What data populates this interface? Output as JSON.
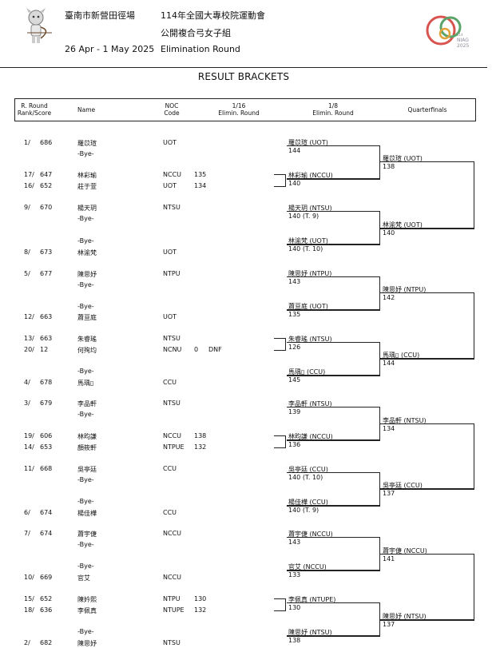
{
  "header": {
    "venue": "臺南市新營田徑場",
    "dates": "26 Apr - 1 May 2025",
    "event_title": "114年全國大專校院運動會",
    "category": "公開複合弓女子組",
    "phase": "Elimination Round",
    "logo_text_line1": "NIAG",
    "logo_text_line2": "2025",
    "logo_small": "114"
  },
  "title": "RESULT BRACKETS",
  "columns": {
    "rank_line1": "R. Round",
    "rank_line2": "Rank/Score",
    "name": "Name",
    "noc_line1": "NOC",
    "noc_line2": "Code",
    "r16_line1": "1/16",
    "r16_line2": "Elimin. Round",
    "r8_line1": "1/8",
    "r8_line2": "Elimin. Round",
    "qf": "Quarterfinals"
  },
  "entries": [
    {
      "rank": "1/",
      "score": "686",
      "name": "羅苡瑄",
      "noc": "UOT",
      "r16": "",
      "note": ""
    },
    {
      "rank": "",
      "score": "",
      "name": "-Bye-",
      "noc": "",
      "r16": "",
      "note": ""
    },
    {
      "rank": "17/",
      "score": "647",
      "name": "林彩瑜",
      "noc": "NCCU",
      "r16": "135",
      "note": ""
    },
    {
      "rank": "16/",
      "score": "652",
      "name": "莊于萱",
      "noc": "UOT",
      "r16": "134",
      "note": ""
    },
    {
      "rank": "9/",
      "score": "670",
      "name": "楊天玥",
      "noc": "NTSU",
      "r16": "",
      "note": ""
    },
    {
      "rank": "",
      "score": "",
      "name": "-Bye-",
      "noc": "",
      "r16": "",
      "note": ""
    },
    {
      "rank": "",
      "score": "",
      "name": "-Bye-",
      "noc": "",
      "r16": "",
      "note": ""
    },
    {
      "rank": "8/",
      "score": "673",
      "name": "林渝梵",
      "noc": "UOT",
      "r16": "",
      "note": ""
    },
    {
      "rank": "5/",
      "score": "677",
      "name": "陳思妤",
      "noc": "NTPU",
      "r16": "",
      "note": ""
    },
    {
      "rank": "",
      "score": "",
      "name": "-Bye-",
      "noc": "",
      "r16": "",
      "note": ""
    },
    {
      "rank": "",
      "score": "",
      "name": "-Bye-",
      "noc": "",
      "r16": "",
      "note": ""
    },
    {
      "rank": "12/",
      "score": "663",
      "name": "蕭亘庭",
      "noc": "UOT",
      "r16": "",
      "note": ""
    },
    {
      "rank": "13/",
      "score": "663",
      "name": "朱睿瑤",
      "noc": "NTSU",
      "r16": "",
      "note": ""
    },
    {
      "rank": "20/",
      "score": "12",
      "name": "何殉均",
      "noc": "NCNU",
      "r16": "0",
      "note": "DNF"
    },
    {
      "rank": "",
      "score": "",
      "name": "-Bye-",
      "noc": "",
      "r16": "",
      "note": ""
    },
    {
      "rank": "4/",
      "score": "678",
      "name": "馬瑀▯",
      "noc": "CCU",
      "r16": "",
      "note": ""
    },
    {
      "rank": "3/",
      "score": "679",
      "name": "李品軒",
      "noc": "NTSU",
      "r16": "",
      "note": ""
    },
    {
      "rank": "",
      "score": "",
      "name": "-Bye-",
      "noc": "",
      "r16": "",
      "note": ""
    },
    {
      "rank": "19/",
      "score": "606",
      "name": "林昀謙",
      "noc": "NCCU",
      "r16": "138",
      "note": ""
    },
    {
      "rank": "14/",
      "score": "653",
      "name": "顏筱軒",
      "noc": "NTPUE",
      "r16": "132",
      "note": ""
    },
    {
      "rank": "11/",
      "score": "668",
      "name": "吳亭廷",
      "noc": "CCU",
      "r16": "",
      "note": ""
    },
    {
      "rank": "",
      "score": "",
      "name": "-Bye-",
      "noc": "",
      "r16": "",
      "note": ""
    },
    {
      "rank": "",
      "score": "",
      "name": "-Bye-",
      "noc": "",
      "r16": "",
      "note": ""
    },
    {
      "rank": "6/",
      "score": "674",
      "name": "楊佳樺",
      "noc": "CCU",
      "r16": "",
      "note": ""
    },
    {
      "rank": "7/",
      "score": "674",
      "name": "蕭宇倢",
      "noc": "NCCU",
      "r16": "",
      "note": ""
    },
    {
      "rank": "",
      "score": "",
      "name": "-Bye-",
      "noc": "",
      "r16": "",
      "note": ""
    },
    {
      "rank": "",
      "score": "",
      "name": "-Bye-",
      "noc": "",
      "r16": "",
      "note": ""
    },
    {
      "rank": "10/",
      "score": "669",
      "name": "官艾",
      "noc": "NCCU",
      "r16": "",
      "note": ""
    },
    {
      "rank": "15/",
      "score": "652",
      "name": "陳妗熙",
      "noc": "NTPU",
      "r16": "130",
      "note": ""
    },
    {
      "rank": "18/",
      "score": "636",
      "name": "李佩真",
      "noc": "NTUPE",
      "r16": "132",
      "note": ""
    },
    {
      "rank": "",
      "score": "",
      "name": "-Bye-",
      "noc": "",
      "r16": "",
      "note": ""
    },
    {
      "rank": "2/",
      "score": "682",
      "name": "陳思妤",
      "noc": "NTSU",
      "r16": "",
      "note": ""
    }
  ],
  "r8": [
    {
      "name": "羅苡瑄 (UOT)",
      "score": "144"
    },
    {
      "name": "林彩瑜 (NCCU)",
      "score": "140"
    },
    {
      "name": "楊天玥 (NTSU)",
      "score": "140 (T. 9)"
    },
    {
      "name": "林渝梵 (UOT)",
      "score": "140 (T. 10)"
    },
    {
      "name": "陳思妤 (NTPU)",
      "score": "143"
    },
    {
      "name": "蕭亘庭 (UOT)",
      "score": "135"
    },
    {
      "name": "朱睿瑤 (NTSU)",
      "score": "126"
    },
    {
      "name": "馬瑀▯ (CCU)",
      "score": "145"
    },
    {
      "name": "李品軒 (NTSU)",
      "score": "139"
    },
    {
      "name": "林昀謙 (NCCU)",
      "score": "136"
    },
    {
      "name": "吳亭廷 (CCU)",
      "score": "140 (T. 10)"
    },
    {
      "name": "楊佳樺 (CCU)",
      "score": "140 (T. 9)"
    },
    {
      "name": "蕭宇倢 (NCCU)",
      "score": "143"
    },
    {
      "name": "官艾 (NCCU)",
      "score": "133"
    },
    {
      "name": "李佩真 (NTUPE)",
      "score": "130"
    },
    {
      "name": "陳思妤 (NTSU)",
      "score": "138"
    }
  ],
  "qf": [
    {
      "name": "羅苡瑄 (UOT)",
      "score": "138"
    },
    {
      "name": "林渝梵 (UOT)",
      "score": "140"
    },
    {
      "name": "陳思妤 (NTPU)",
      "score": "142"
    },
    {
      "name": "馬瑀▯ (CCU)",
      "score": "144"
    },
    {
      "name": "李品軒 (NTSU)",
      "score": "134"
    },
    {
      "name": "吳亭廷 (CCU)",
      "score": "137"
    },
    {
      "name": "蕭宇倢 (NCCU)",
      "score": "141"
    },
    {
      "name": "陳思妤 (NTSU)",
      "score": "137"
    }
  ]
}
